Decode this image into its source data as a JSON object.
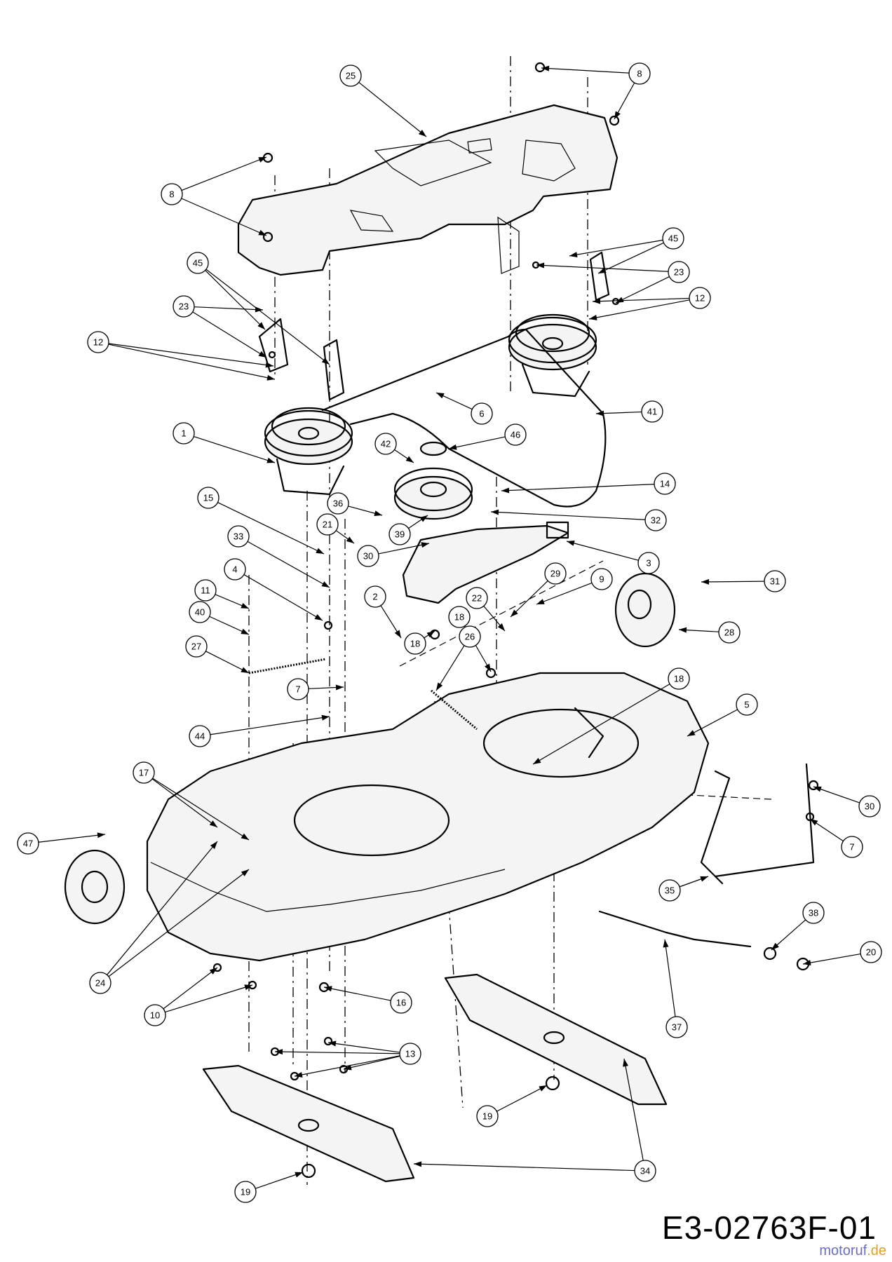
{
  "drawing_code": "E3-02763F-01",
  "watermark": {
    "brand": "motoruf",
    "suffix": ".de",
    "color": "#6b6bbf",
    "accent": "#e0a020"
  },
  "callouts": [
    {
      "label": "8"
    },
    {
      "label": "25"
    },
    {
      "label": "8"
    },
    {
      "label": "45"
    },
    {
      "label": "45"
    },
    {
      "label": "23"
    },
    {
      "label": "23"
    },
    {
      "label": "12"
    },
    {
      "label": "12"
    },
    {
      "label": "41"
    },
    {
      "label": "6"
    },
    {
      "label": "46"
    },
    {
      "label": "42"
    },
    {
      "label": "1"
    },
    {
      "label": "14"
    },
    {
      "label": "32"
    },
    {
      "label": "15"
    },
    {
      "label": "36"
    },
    {
      "label": "21"
    },
    {
      "label": "39"
    },
    {
      "label": "33"
    },
    {
      "label": "30"
    },
    {
      "label": "3"
    },
    {
      "label": "4"
    },
    {
      "label": "31"
    },
    {
      "label": "11"
    },
    {
      "label": "29"
    },
    {
      "label": "9"
    },
    {
      "label": "2"
    },
    {
      "label": "40"
    },
    {
      "label": "22"
    },
    {
      "label": "18"
    },
    {
      "label": "28"
    },
    {
      "label": "27"
    },
    {
      "label": "18"
    },
    {
      "label": "26"
    },
    {
      "label": "7"
    },
    {
      "label": "18"
    },
    {
      "label": "5"
    },
    {
      "label": "44"
    },
    {
      "label": "17"
    },
    {
      "label": "30"
    },
    {
      "label": "47"
    },
    {
      "label": "7"
    },
    {
      "label": "35"
    },
    {
      "label": "38"
    },
    {
      "label": "24"
    },
    {
      "label": "20"
    },
    {
      "label": "10"
    },
    {
      "label": "16"
    },
    {
      "label": "37"
    },
    {
      "label": "13"
    },
    {
      "label": "19"
    },
    {
      "label": "34"
    },
    {
      "label": "19"
    }
  ]
}
